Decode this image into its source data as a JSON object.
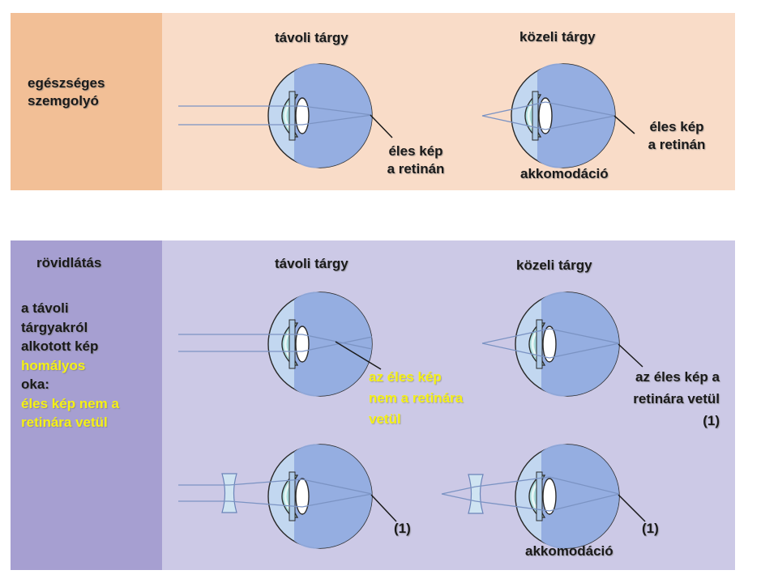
{
  "colors": {
    "healthy_side": "#f2bf96",
    "healthy_bg": "#f9dcc8",
    "myopia_side": "#a69fd1",
    "myopia_bg": "#ccc9e6",
    "highlight": "#f5f016",
    "eye_outer": "#c2d7f0",
    "eye_inner": "#92acdf",
    "cornea": "#a9dcdc",
    "lens": "#ffffff",
    "ray": "#7b93c3"
  },
  "healthy": {
    "row_title": [
      "egészséges",
      "szemgolyó"
    ],
    "far_title": "távoli tárgy",
    "near_title": "közeli tárgy",
    "far_image_label": [
      "éles kép",
      "a retinán"
    ],
    "near_image_label": [
      "éles kép",
      "a retinán"
    ],
    "near_accommodation": "akkomodáció"
  },
  "myopia": {
    "row_title": "rövidlátás",
    "explanation": [
      "a távoli",
      "tárgyakról",
      "alkotott kép"
    ],
    "explanation_highlight": "homályos",
    "cause_label": "oka:",
    "cause_highlight": [
      "éles kép nem a",
      "retinára vetül"
    ],
    "far_title": "távoli tárgy",
    "near_title": "közeli tárgy",
    "far_image_label": [
      "az éles kép",
      "nem a retinára",
      "vetül"
    ],
    "near_image_label": [
      "az éles kép a",
      "retinára vetül",
      "(1)"
    ],
    "corrected_far_label": "(1)",
    "corrected_near_label": "(1)",
    "corrected_near_accommodation": "akkomodáció"
  }
}
